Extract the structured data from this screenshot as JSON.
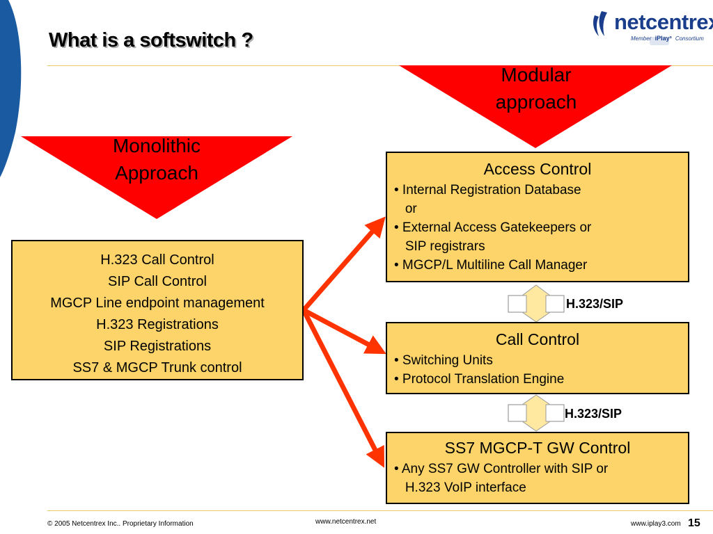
{
  "title": "What is a softswitch ?",
  "logo": {
    "name": "netcentrex",
    "member_text": "Member",
    "brand": "iPlay³",
    "consortium_text": "Consortium"
  },
  "triangles": {
    "monolithic": {
      "line1": "Monolithic",
      "line2": "Approach",
      "color": "#ff0000"
    },
    "modular": {
      "line1": "Modular",
      "line2": "approach",
      "color": "#ff0000"
    }
  },
  "monolithic_box": {
    "lines": [
      "H.323 Call Control",
      "SIP Call Control",
      "MGCP Line endpoint management",
      "H.323 Registrations",
      "SIP Registrations",
      "SS7 & MGCP Trunk control"
    ]
  },
  "access_box": {
    "title": "Access Control",
    "lines": [
      "• Internal Registration Database",
      "   or",
      "• External Access Gatekeepers or",
      "   SIP registrars",
      "• MGCP/L Multiline Call Manager"
    ]
  },
  "call_box": {
    "title": "Call Control",
    "lines": [
      "• Switching Units",
      "• Protocol Translation Engine"
    ]
  },
  "ss7_box": {
    "title": "SS7 MGCP-T GW Control",
    "lines": [
      "• Any SS7 GW Controller with SIP or",
      "   H.323 VoIP interface"
    ]
  },
  "protocols": {
    "link1": "H.323/SIP",
    "link2": "H.323/SIP"
  },
  "footer": {
    "copyright": "© 2005 Netcentrex Inc.. Proprietary Information",
    "site_center": "www.netcentrex.net",
    "site_right": "www.iplay3.com",
    "page_number": "15"
  },
  "colors": {
    "box_fill": "#fcd46a",
    "arrow": "#ff3300",
    "triangle": "#ff0000",
    "double_arrow_fill": "#ffe9a0",
    "logo_blue": "#1a3e8c"
  }
}
